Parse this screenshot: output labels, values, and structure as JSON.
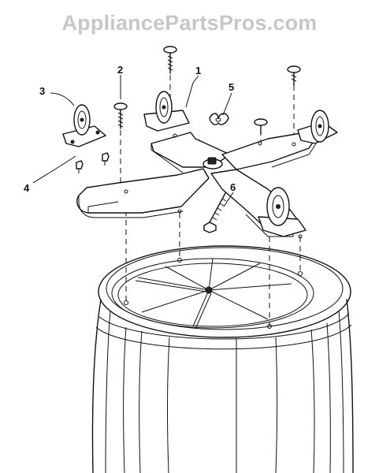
{
  "site": {
    "watermark": "AppliancePartsPros.com"
  },
  "diagram": {
    "callouts": [
      {
        "id": "callout-1",
        "label": "1"
      },
      {
        "id": "callout-2",
        "label": "2"
      },
      {
        "id": "callout-3",
        "label": "3"
      },
      {
        "id": "callout-4",
        "label": "4"
      },
      {
        "id": "callout-5",
        "label": "5"
      },
      {
        "id": "callout-6",
        "label": "6"
      }
    ],
    "parts": [
      {
        "id": "caster-dolly-base",
        "callout": "1"
      },
      {
        "id": "screw",
        "callout": "2"
      },
      {
        "id": "caster-wheel",
        "callout": "3"
      },
      {
        "id": "nut",
        "callout": "4"
      },
      {
        "id": "wing-nut",
        "callout": "5"
      },
      {
        "id": "bolt",
        "callout": "6"
      }
    ]
  }
}
